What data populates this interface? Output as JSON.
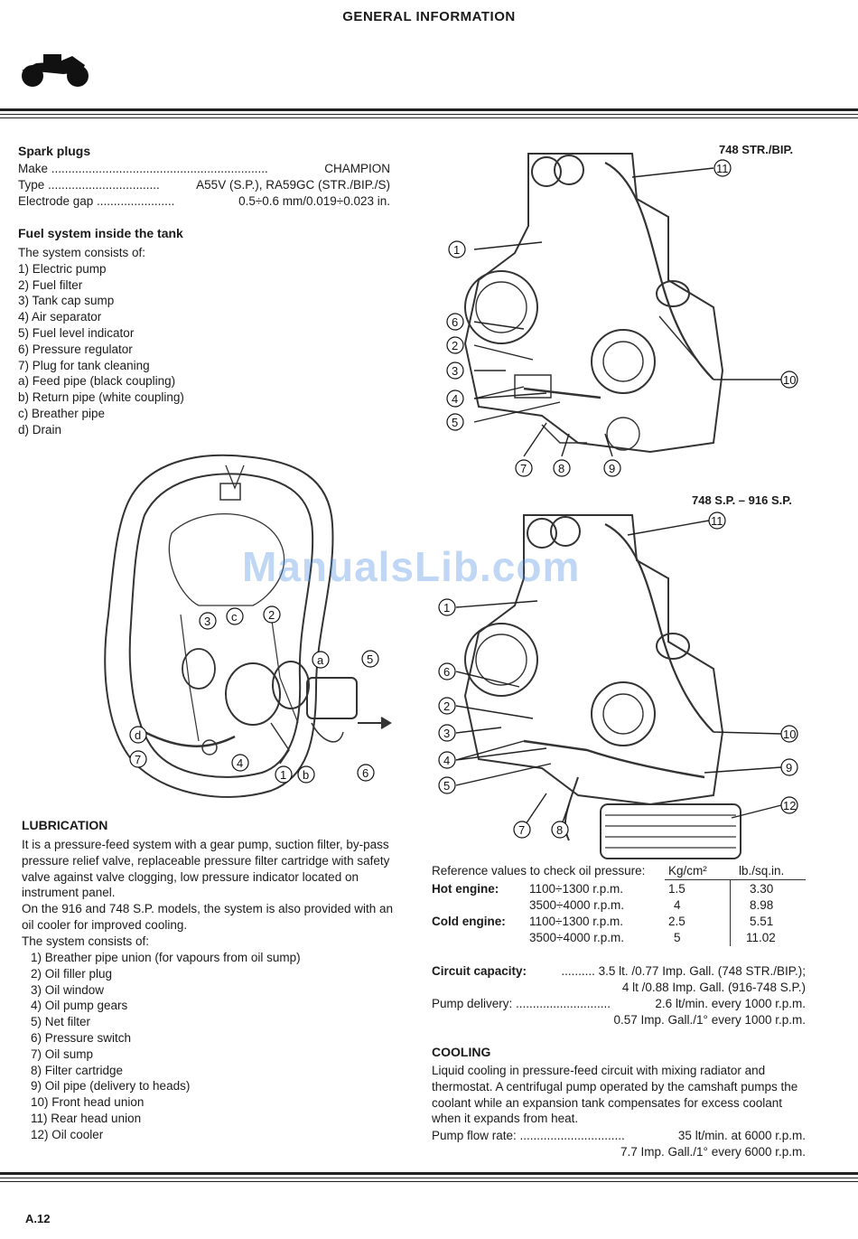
{
  "header": {
    "title": "GENERAL INFORMATION"
  },
  "footer": {
    "page": "A.12"
  },
  "watermark": "ManualsLib.com",
  "spark": {
    "title": "Spark plugs",
    "make_label": "Make ................................................................",
    "make_value": "CHAMPION",
    "type_label": "Type .................................",
    "type_value": "A55V (S.P.), RA59GC (STR./BIP./S)",
    "gap_label": "Electrode gap .......................",
    "gap_value": "0.5÷0.6 mm/0.019÷0.023 in."
  },
  "fuel": {
    "title": "Fuel system inside the tank",
    "intro": "The system consists of:",
    "items": [
      "1) Electric pump",
      "2) Fuel filter",
      "3) Tank cap sump",
      "4) Air separator",
      "5) Fuel level indicator",
      "6) Pressure regulator",
      "7) Plug for tank cleaning",
      "a) Feed pipe (black coupling)",
      "b) Return pipe (white coupling)",
      "c) Breather pipe",
      "d) Drain"
    ]
  },
  "lubrication": {
    "title": "LUBRICATION",
    "para1": [
      "It is a pressure-feed system with a gear pump, suction filter, by-pass",
      "pressure relief valve, replaceable pressure filter cartridge with safety",
      "valve against valve clogging, low pressure indicator located on",
      "instrument panel."
    ],
    "para2": [
      "On the 916 and 748 S.P. models, the system is also provided with an",
      "oil cooler for improved cooling."
    ],
    "intro": "The system consists of:",
    "items": [
      "1) Breather pipe union (for vapours from oil sump)",
      "2) Oil filler plug",
      "3) Oil window",
      "4) Oil pump gears",
      "5) Net filter",
      "6) Pressure switch",
      "7) Oil sump",
      "8) Filter cartridge",
      "9) Oil pipe (delivery to heads)",
      "10) Front head union",
      "11) Rear head union",
      "12) Oil cooler"
    ]
  },
  "figures": {
    "top_label": "748 STR./BIP.",
    "bottom_label": "748 S.P. – 916 S.P.",
    "tank_callouts": [
      "3",
      "c",
      "2",
      "a",
      "5",
      "d",
      "7",
      "4",
      "1",
      "b",
      "6"
    ],
    "top_callouts": [
      "11",
      "1",
      "6",
      "2",
      "3",
      "4",
      "5",
      "10",
      "7",
      "8",
      "9"
    ],
    "bottom_callouts": [
      "11",
      "1",
      "6",
      "2",
      "3",
      "4",
      "5",
      "10",
      "9",
      "7",
      "8",
      "12"
    ]
  },
  "pressure": {
    "title": "Reference values to check oil pressure:",
    "col1": "Kg/cm²",
    "col2": "lb./sq.in.",
    "hot_label": "Hot engine:",
    "cold_label": "Cold engine:",
    "rows": [
      {
        "rpm": "1100÷1300 r.p.m.",
        "kg": "1.5",
        "lb": "3.30"
      },
      {
        "rpm": "3500÷4000 r.p.m.",
        "kg": "4",
        "lb": "8.98"
      },
      {
        "rpm": "1100÷1300 r.p.m.",
        "kg": "2.5",
        "lb": "5.51"
      },
      {
        "rpm": "3500÷4000 r.p.m.",
        "kg": "5",
        "lb": "11.02"
      }
    ]
  },
  "capacity": {
    "label": "Circuit capacity:",
    "line1": ".......... 3.5 lt. /0.77 Imp. Gall. (748 STR./BIP.);",
    "line2": "4 lt /0.88 Imp. Gall. (916-748 S.P.)",
    "pump_label": "Pump delivery: ............................",
    "pump_line1": "2.6 lt/min. every 1000 r.p.m.",
    "pump_line2": "0.57 Imp. Gall./1° every 1000 r.p.m."
  },
  "cooling": {
    "title": "COOLING",
    "para": [
      "Liquid cooling in pressure-feed circuit with mixing radiator and",
      "thermostat. A centrifugal pump operated by the camshaft pumps the",
      "coolant while an expansion tank compensates for excess coolant",
      "when it expands from heat."
    ],
    "flow_label": "Pump flow rate: ...............................",
    "flow_line1": "35 lt/min. at 6000 r.p.m.",
    "flow_line2": "7.7 Imp. Gall./1° every 6000 r.p.m."
  }
}
